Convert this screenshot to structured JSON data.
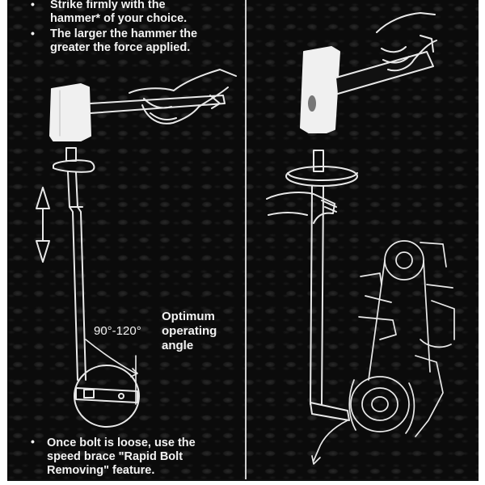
{
  "instructions": {
    "bullet_symbol": "•",
    "strike_line1": "Strike firmly with the",
    "strike_line2": "hammer* of your choice.",
    "larger_line1": "The larger the hammer the",
    "larger_line2": "greater the force applied.",
    "loose_line1": "Once bolt is loose, use the",
    "loose_line2": "speed brace \"Rapid Bolt",
    "loose_line3": "Removing\" feature."
  },
  "angle_label": "90°-120°",
  "optimum_line1": "Optimum",
  "optimum_line2": "operating",
  "optimum_line3": "angle"
}
